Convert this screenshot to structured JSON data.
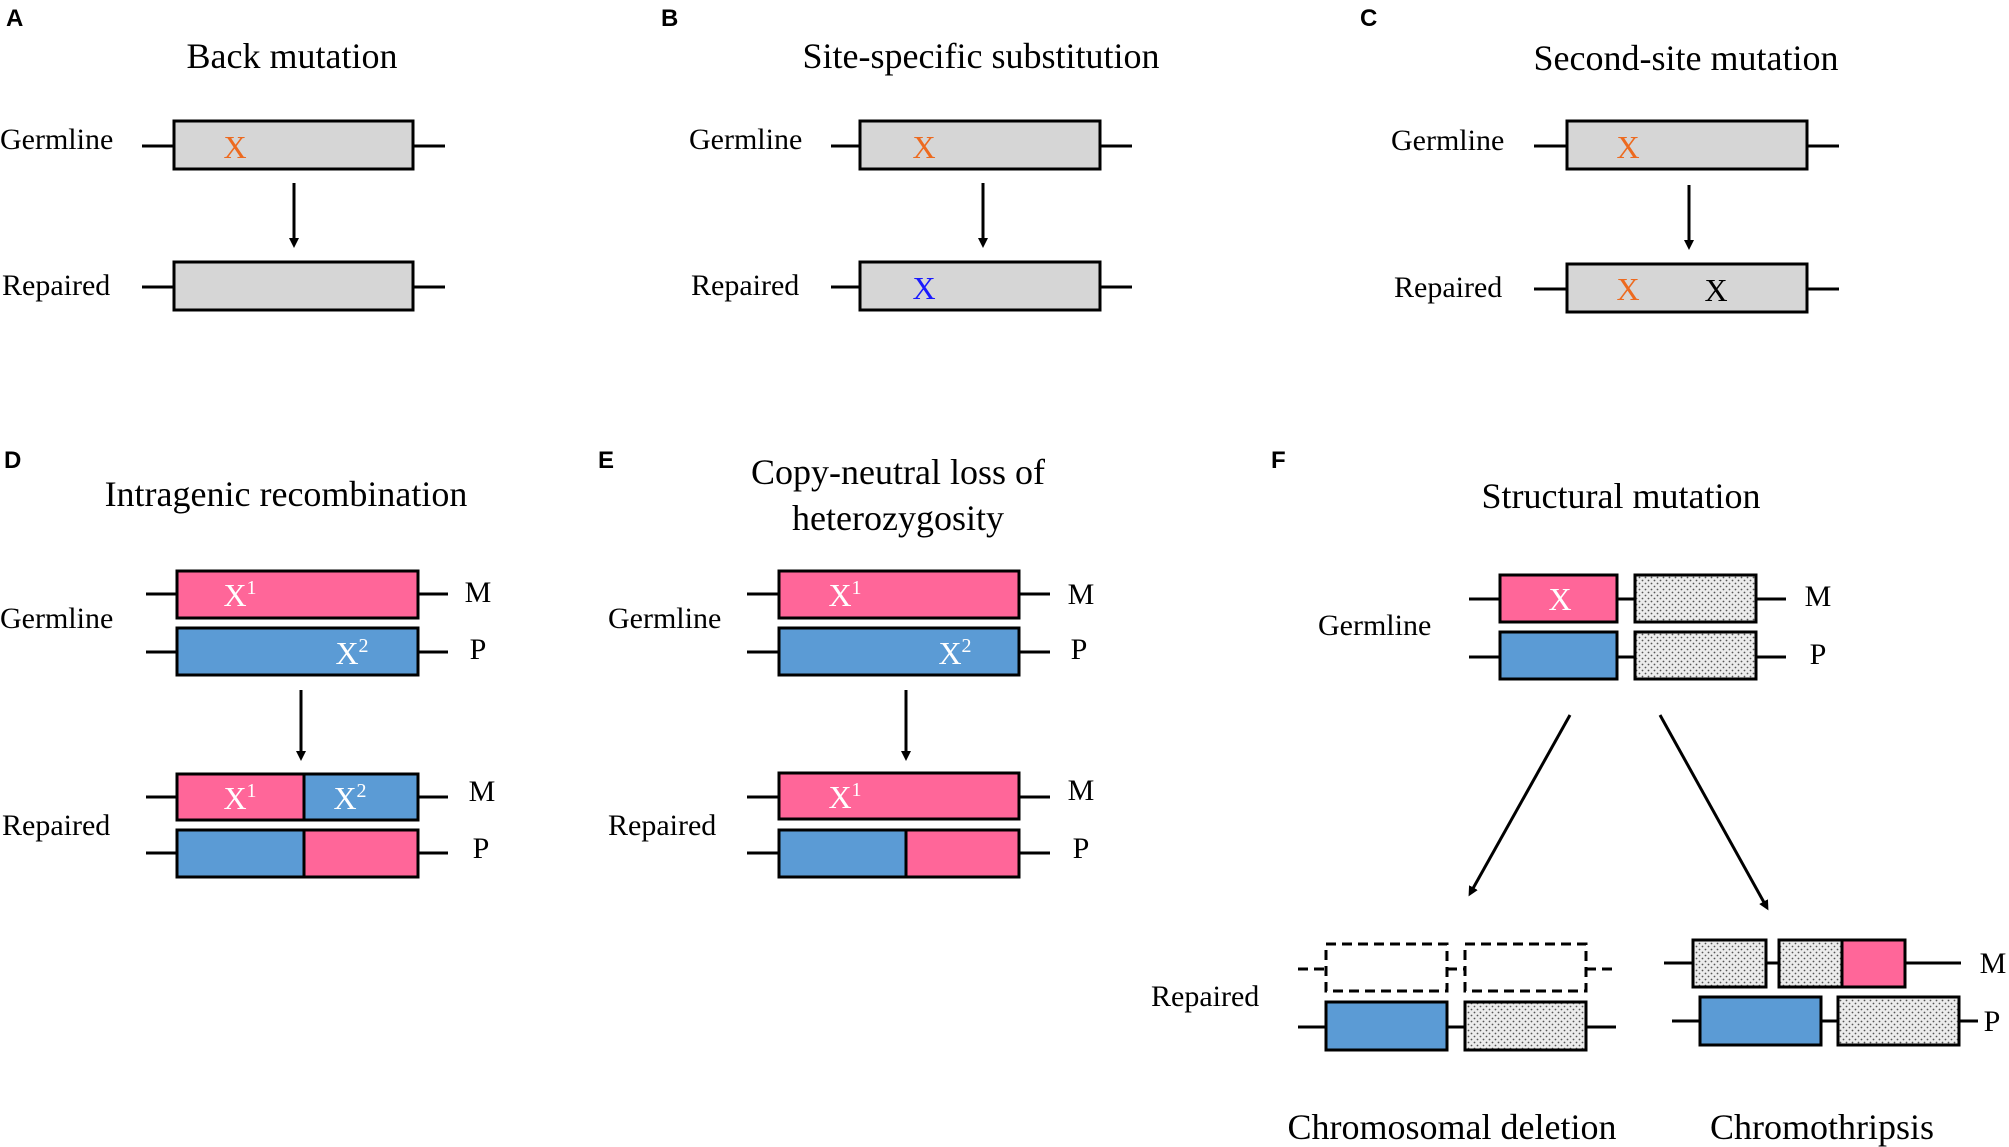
{
  "colors": {
    "gray": "#d6d6d6",
    "pink": "#ff6699",
    "blue": "#5b9bd5",
    "orange": "#ed6a1f",
    "mark_blue": "#1a1aff",
    "black": "#000000",
    "white": "#ffffff"
  },
  "common": {
    "germline": "Germline",
    "repaired": "Repaired",
    "maternal": "M",
    "paternal": "P",
    "mutation": "X",
    "allele1": "1",
    "allele2": "2"
  },
  "panels": {
    "a": {
      "letter": "A",
      "title": "Back mutation"
    },
    "b": {
      "letter": "B",
      "title": "Site-specific substitution"
    },
    "c": {
      "letter": "C",
      "title": "Second-site mutation"
    },
    "d": {
      "letter": "D",
      "title": "Intragenic recombination"
    },
    "e": {
      "letter": "E",
      "title_line1": "Copy-neutral loss of",
      "title_line2": "heterozygosity"
    },
    "f": {
      "letter": "F",
      "title": "Structural mutation",
      "outcome_left": "Chromosomal deletion",
      "outcome_right": "Chromothripsis"
    }
  }
}
